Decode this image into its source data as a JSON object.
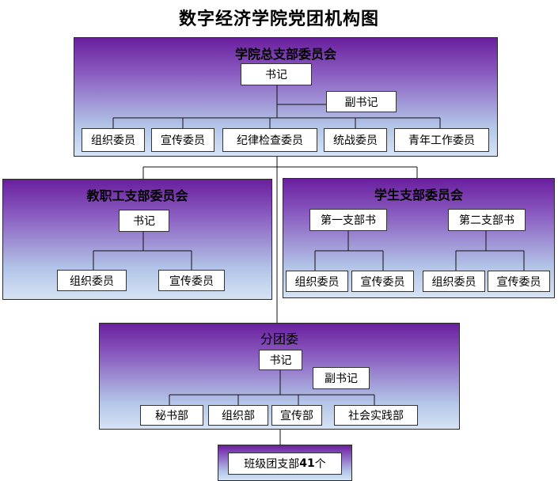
{
  "title": "数字经济学院党团机构图",
  "general": {
    "title": "学院总支部委员会",
    "secretary": "书记",
    "deputy": "副书记",
    "members": [
      "组织委员",
      "宣传委员",
      "纪律检查委员",
      "统战委员",
      "青年工作委员"
    ]
  },
  "faculty": {
    "title": "教职工支部委员会",
    "secretary": "书记",
    "members": [
      "组织委员",
      "宣传委员"
    ]
  },
  "student": {
    "title": "学生支部委员会",
    "branches": [
      {
        "name": "第一支部书",
        "members": [
          "组织委员",
          "宣传委员"
        ]
      },
      {
        "name": "第二支部书",
        "members": [
          "组织委员",
          "宣传委员"
        ]
      }
    ]
  },
  "league": {
    "title": "分团委",
    "secretary": "书记",
    "deputy": "副书记",
    "departments": [
      "秘书部",
      "组织部",
      "宣传部",
      "社会实践部"
    ]
  },
  "class_branch": {
    "prefix": "班级团支部",
    "count": "41",
    "suffix": "个"
  }
}
